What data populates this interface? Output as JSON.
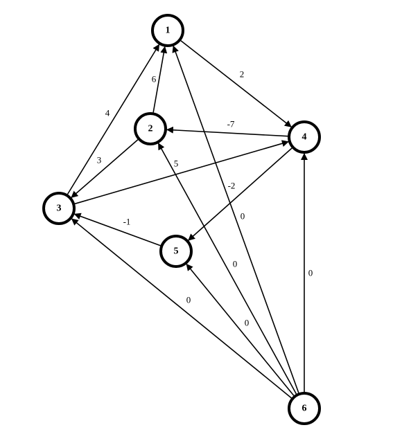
{
  "graph": {
    "nodes": [
      {
        "id": "1",
        "label": "1"
      },
      {
        "id": "2",
        "label": "2"
      },
      {
        "id": "3",
        "label": "3"
      },
      {
        "id": "4",
        "label": "4"
      },
      {
        "id": "5",
        "label": "5"
      },
      {
        "id": "6",
        "label": "6"
      }
    ],
    "edges": [
      {
        "from": "1",
        "to": "4",
        "weight": "2"
      },
      {
        "from": "2",
        "to": "1",
        "weight": "6"
      },
      {
        "from": "3",
        "to": "1",
        "weight": "4"
      },
      {
        "from": "2",
        "to": "3",
        "weight": "3"
      },
      {
        "from": "4",
        "to": "2",
        "weight": "-7"
      },
      {
        "from": "3",
        "to": "4",
        "weight": "5"
      },
      {
        "from": "4",
        "to": "5",
        "weight": "-2"
      },
      {
        "from": "5",
        "to": "3",
        "weight": "-1"
      },
      {
        "from": "6",
        "to": "1",
        "weight": "0"
      },
      {
        "from": "6",
        "to": "2",
        "weight": "0"
      },
      {
        "from": "6",
        "to": "3",
        "weight": "0"
      },
      {
        "from": "6",
        "to": "4",
        "weight": "0"
      },
      {
        "from": "6",
        "to": "5",
        "weight": "0"
      }
    ]
  }
}
